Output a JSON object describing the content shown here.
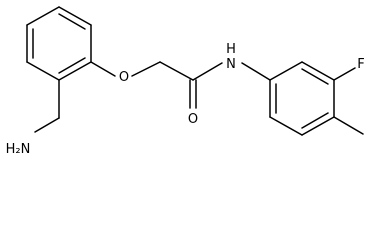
{
  "molecule": {
    "atoms": {
      "O_ether": "O",
      "O_carbonyl": "O",
      "N_amide": "N",
      "H_amide": "H",
      "F": "F",
      "NH2": "H₂N"
    }
  }
}
